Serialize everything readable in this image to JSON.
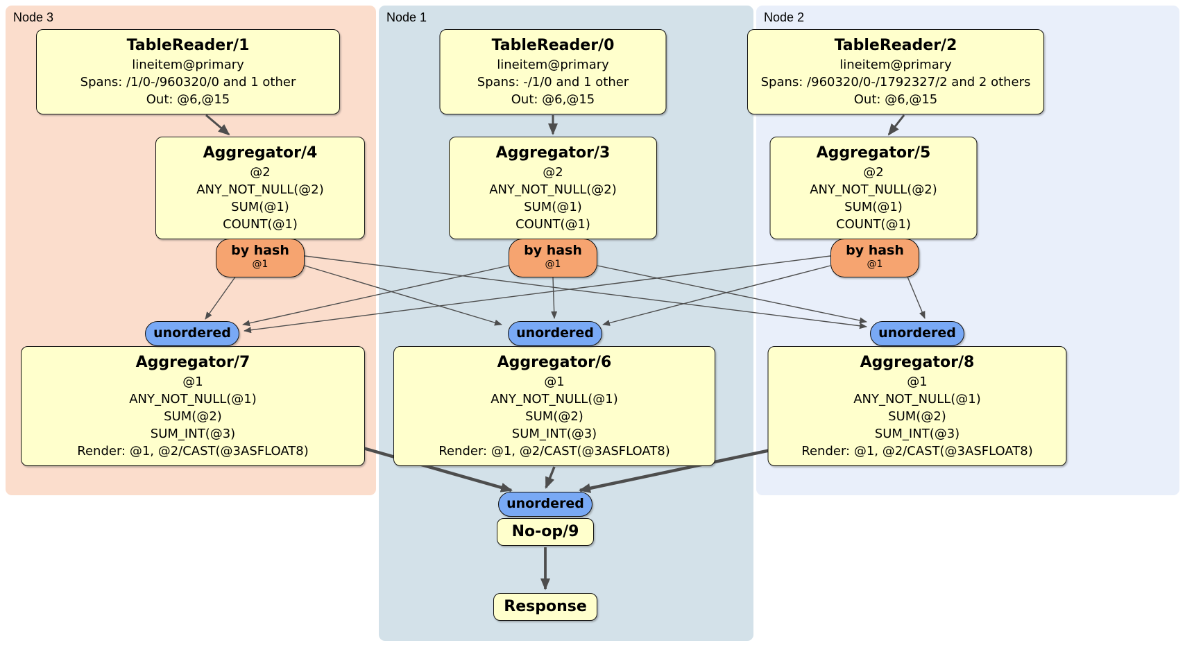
{
  "regions": [
    {
      "label": "Node 3"
    },
    {
      "label": "Node 1"
    },
    {
      "label": "Node 2"
    }
  ],
  "processors": {
    "tr1": {
      "title": "TableReader/1",
      "lines": [
        "lineitem@primary",
        "Spans: /1/0-/960320/0 and 1 other",
        "Out: @6,@15"
      ]
    },
    "tr0": {
      "title": "TableReader/0",
      "lines": [
        "lineitem@primary",
        "Spans: -/1/0 and 1 other",
        "Out: @6,@15"
      ]
    },
    "tr2": {
      "title": "TableReader/2",
      "lines": [
        "lineitem@primary",
        "Spans: /960320/0-/1792327/2 and 2 others",
        "Out: @6,@15"
      ]
    },
    "agg4": {
      "title": "Aggregator/4",
      "lines": [
        "@2",
        "ANY_NOT_NULL(@2)",
        "SUM(@1)",
        "COUNT(@1)"
      ]
    },
    "agg3": {
      "title": "Aggregator/3",
      "lines": [
        "@2",
        "ANY_NOT_NULL(@2)",
        "SUM(@1)",
        "COUNT(@1)"
      ]
    },
    "agg5": {
      "title": "Aggregator/5",
      "lines": [
        "@2",
        "ANY_NOT_NULL(@2)",
        "SUM(@1)",
        "COUNT(@1)"
      ]
    },
    "agg7": {
      "title": "Aggregator/7",
      "lines": [
        "@1",
        "ANY_NOT_NULL(@1)",
        "SUM(@2)",
        "SUM_INT(@3)",
        "Render: @1, @2/CAST(@3ASFLOAT8)"
      ]
    },
    "agg6": {
      "title": "Aggregator/6",
      "lines": [
        "@1",
        "ANY_NOT_NULL(@1)",
        "SUM(@2)",
        "SUM_INT(@3)",
        "Render: @1, @2/CAST(@3ASFLOAT8)"
      ]
    },
    "agg8": {
      "title": "Aggregator/8",
      "lines": [
        "@1",
        "ANY_NOT_NULL(@1)",
        "SUM(@2)",
        "SUM_INT(@3)",
        "Render: @1, @2/CAST(@3ASFLOAT8)"
      ]
    },
    "noop": {
      "title": "No-op/9"
    },
    "response": {
      "title": "Response"
    }
  },
  "routers": {
    "hash3": {
      "label": "by hash",
      "detail": "@1"
    },
    "hash1": {
      "label": "by hash",
      "detail": "@1"
    },
    "hash2": {
      "label": "by hash",
      "detail": "@1"
    }
  },
  "streams": {
    "unordered3": {
      "label": "unordered"
    },
    "unordered1": {
      "label": "unordered"
    },
    "unordered2": {
      "label": "unordered"
    },
    "unordered_final": {
      "label": "unordered"
    }
  },
  "colors": {
    "node3_bg": "#fbddcc",
    "node1_bg": "#d3e1e9",
    "node2_bg": "#e9effa",
    "processor_fill": "#ffffcc",
    "router_fill": "#f6a470",
    "stream_fill": "#79a9f5",
    "edge": "#4d4d4d",
    "border": "#111111"
  }
}
